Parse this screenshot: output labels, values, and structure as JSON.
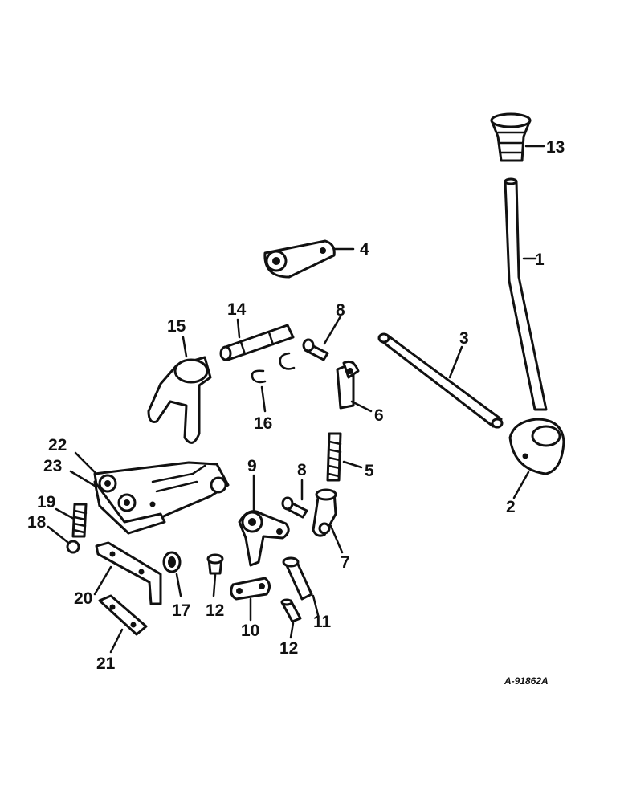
{
  "diagram": {
    "reference_code": "A-91862A",
    "callouts": [
      "1",
      "2",
      "3",
      "4",
      "5",
      "6",
      "7",
      "8",
      "8",
      "9",
      "10",
      "11",
      "12",
      "12",
      "13",
      "14",
      "15",
      "16",
      "17",
      "18",
      "19",
      "20",
      "21",
      "22",
      "23"
    ]
  }
}
